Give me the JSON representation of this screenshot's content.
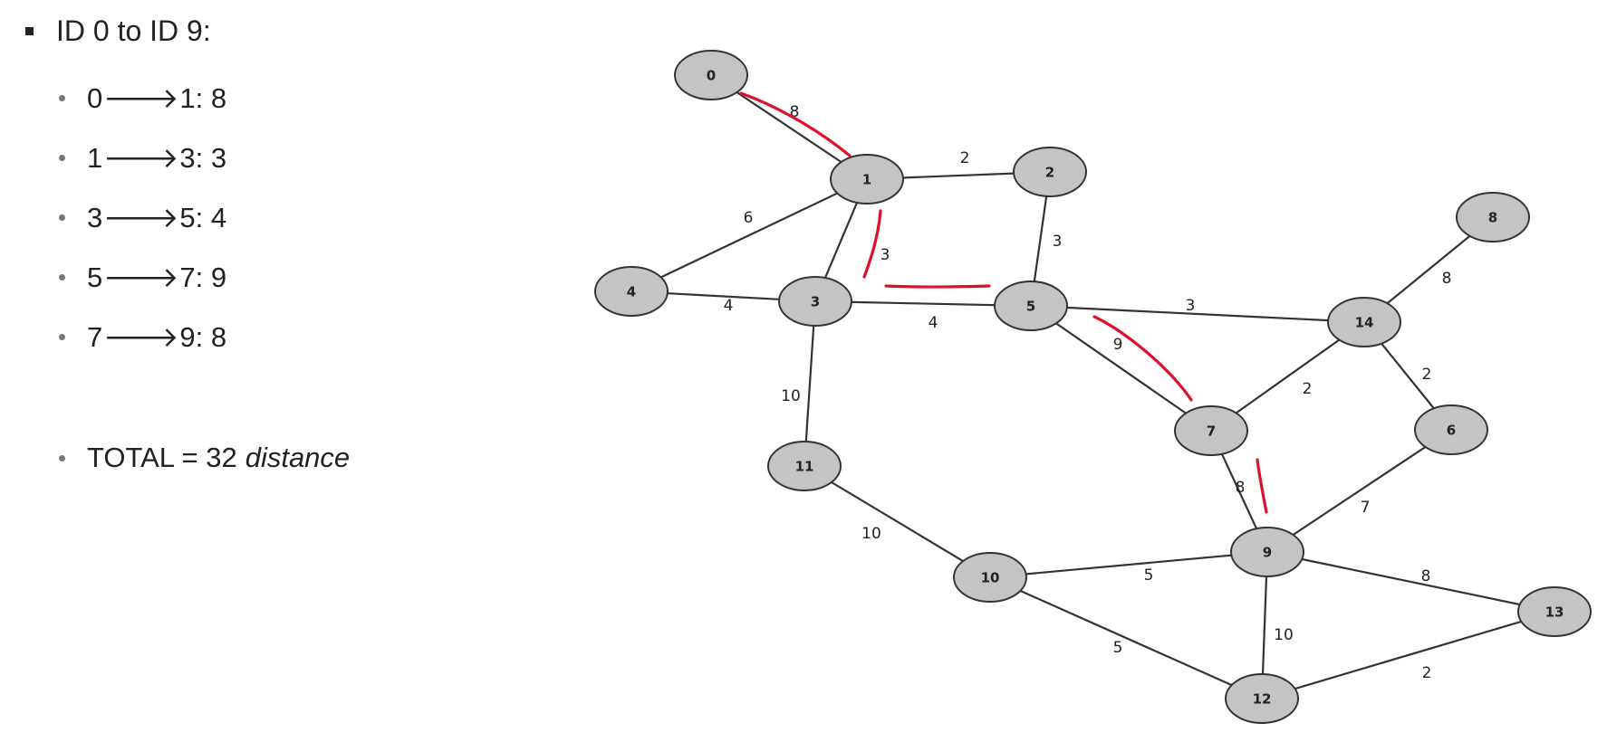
{
  "slide": {
    "heading": "ID 0 to ID 9:",
    "steps": [
      {
        "from": "0",
        "to": "1",
        "weight": "8"
      },
      {
        "from": "1",
        "to": "3",
        "weight": "3"
      },
      {
        "from": "3",
        "to": "5",
        "weight": "4"
      },
      {
        "from": "5",
        "to": "7",
        "weight": "9"
      },
      {
        "from": "7",
        "to": "9",
        "weight": "8"
      }
    ],
    "arrow_glyph": "🡒",
    "total_label": "TOTAL = 32",
    "total_unit": "distance"
  },
  "graph": {
    "colors": {
      "node_fill": "#c4c4c4",
      "edge": "#333333",
      "highlight": "#e0102a"
    },
    "nodes": [
      "0",
      "1",
      "2",
      "3",
      "4",
      "5",
      "6",
      "7",
      "8",
      "9",
      "10",
      "11",
      "12",
      "13",
      "14"
    ],
    "edges": [
      {
        "a": "0",
        "b": "1",
        "w": "8"
      },
      {
        "a": "1",
        "b": "2",
        "w": "2"
      },
      {
        "a": "1",
        "b": "4",
        "w": "6"
      },
      {
        "a": "1",
        "b": "3",
        "w": "3"
      },
      {
        "a": "2",
        "b": "5",
        "w": "3"
      },
      {
        "a": "4",
        "b": "3",
        "w": "4"
      },
      {
        "a": "3",
        "b": "5",
        "w": "4"
      },
      {
        "a": "3",
        "b": "11",
        "w": "10"
      },
      {
        "a": "5",
        "b": "14",
        "w": "3"
      },
      {
        "a": "5",
        "b": "7",
        "w": "9"
      },
      {
        "a": "8",
        "b": "14",
        "w": "8"
      },
      {
        "a": "14",
        "b": "7",
        "w": "2"
      },
      {
        "a": "14",
        "b": "6",
        "w": "2"
      },
      {
        "a": "7",
        "b": "9",
        "w": "8"
      },
      {
        "a": "6",
        "b": "9",
        "w": "7"
      },
      {
        "a": "11",
        "b": "10",
        "w": "10"
      },
      {
        "a": "10",
        "b": "9",
        "w": "5"
      },
      {
        "a": "10",
        "b": "12",
        "w": "5"
      },
      {
        "a": "9",
        "b": "12",
        "w": "10"
      },
      {
        "a": "9",
        "b": "13",
        "w": "8"
      },
      {
        "a": "12",
        "b": "13",
        "w": "2"
      }
    ],
    "highlighted_path": [
      "0",
      "1",
      "3",
      "5",
      "7",
      "9"
    ]
  }
}
